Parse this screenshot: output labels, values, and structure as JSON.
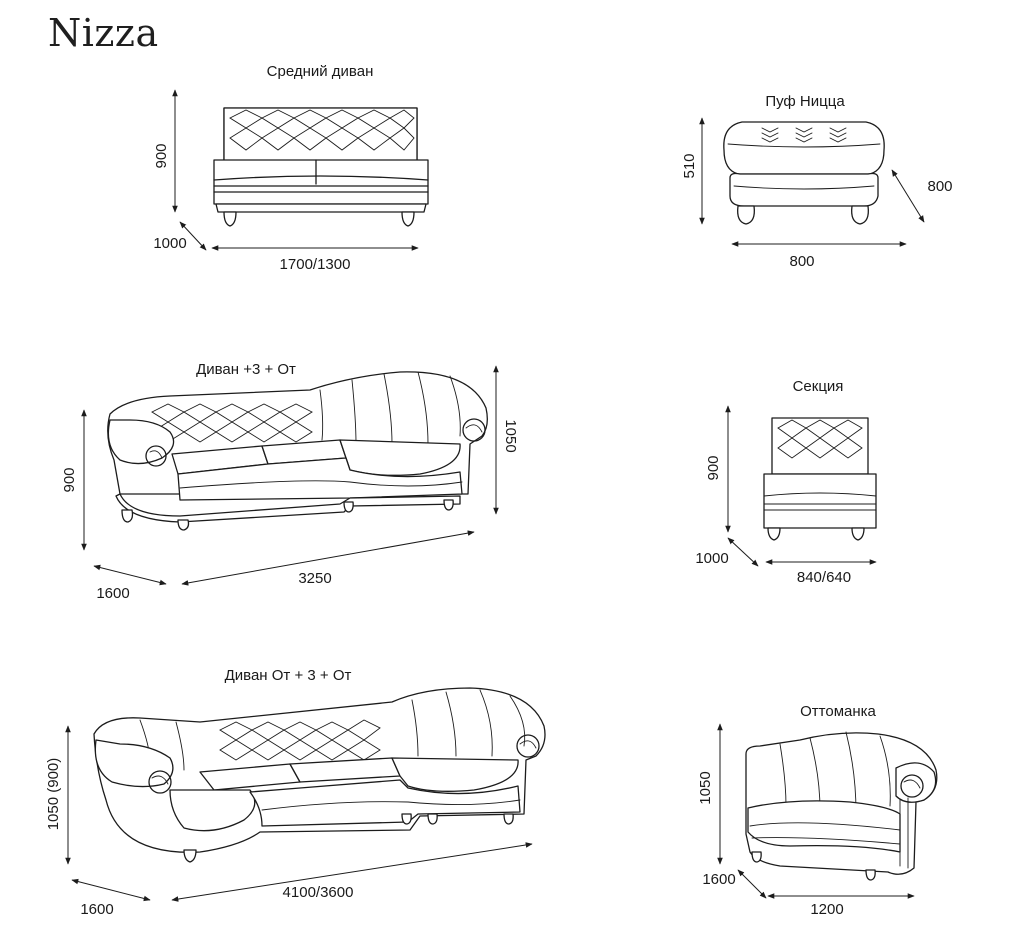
{
  "brand": "Nizza",
  "items": {
    "middle_sofa": {
      "title": "Средний диван",
      "height": "900",
      "depth": "1000",
      "width": "1700/1300"
    },
    "pouf": {
      "title": "Пуф Ницца",
      "height": "510",
      "depth": "800",
      "width": "800"
    },
    "sofa_3_ot": {
      "title": "Диван +3 + От",
      "height_left": "900",
      "height_right": "1050",
      "depth": "1600",
      "width": "3250"
    },
    "section": {
      "title": "Секция",
      "height": "900",
      "depth": "1000",
      "width": "840/640"
    },
    "sofa_ot_3_ot": {
      "title": "Диван От + 3 + От",
      "height": "1050 (900)",
      "depth": "1600",
      "width": "4100/3600"
    },
    "ottoman": {
      "title": "Оттоманка",
      "height": "1050",
      "depth": "1600",
      "width": "1200"
    }
  }
}
